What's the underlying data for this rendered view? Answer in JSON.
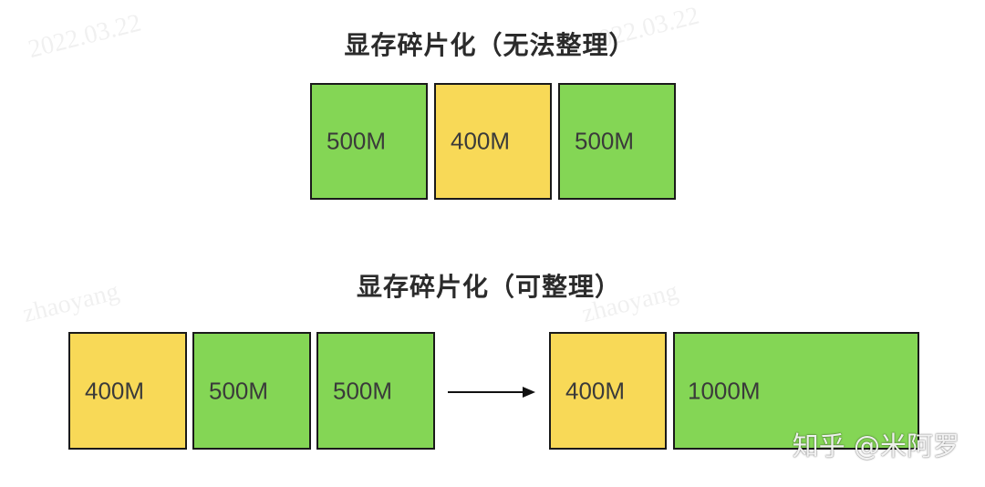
{
  "titles": {
    "top": "显存碎片化（无法整理）",
    "bottom": "显存碎片化（可整理）"
  },
  "colors": {
    "green": "#84d655",
    "yellow": "#f8d957",
    "border": "#1a1a1a"
  },
  "top_row": [
    {
      "label": "500M",
      "color": "green"
    },
    {
      "label": "400M",
      "color": "yellow"
    },
    {
      "label": "500M",
      "color": "green"
    }
  ],
  "bottom_before": [
    {
      "label": "400M",
      "color": "yellow"
    },
    {
      "label": "500M",
      "color": "green"
    },
    {
      "label": "500M",
      "color": "green"
    }
  ],
  "bottom_after": [
    {
      "label": "400M",
      "color": "yellow"
    },
    {
      "label": "1000M",
      "color": "green"
    }
  ],
  "arrow_icon": "right-arrow",
  "watermarks": [
    "2022.03.22",
    "zhaoyang",
    "2022.03.22",
    "zhaoyang"
  ],
  "credit": "知乎 @米阿罗"
}
